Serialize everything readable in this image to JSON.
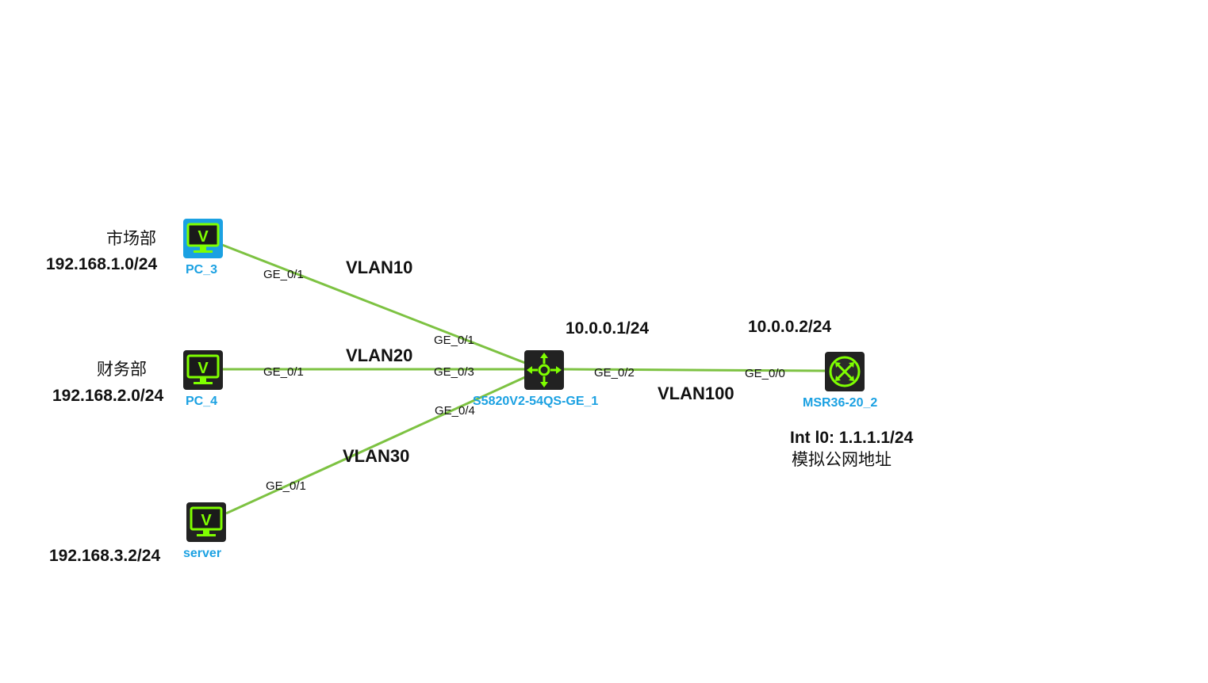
{
  "colors": {
    "link": "#7dc242",
    "accent_green": "#7fff00",
    "device_dark": "#222222",
    "device_selected": "#1ba1e2",
    "label_blue": "#1ba1e2"
  },
  "devices": {
    "pc3": {
      "name": "PC_3",
      "icon": "monitor-icon",
      "selected": true
    },
    "pc4": {
      "name": "PC_4",
      "icon": "monitor-icon"
    },
    "server": {
      "name": "server",
      "icon": "monitor-icon"
    },
    "switch": {
      "name": "S5820V2-54QS-GE_1",
      "icon": "l3-switch-icon"
    },
    "router": {
      "name": "MSR36-20_2",
      "icon": "router-icon"
    }
  },
  "annotations": {
    "dept_market": "市场部",
    "net_market": "192.168.1.0/24",
    "dept_finance": "财务部",
    "net_finance": "192.168.2.0/24",
    "net_server": "192.168.3.2/24",
    "sw_ip": "10.0.0.1/24",
    "rt_ip": "10.0.0.2/24",
    "loopback": "Int l0: 1.1.1.1/24",
    "public_note": "模拟公网地址"
  },
  "links": [
    {
      "id": "pc3-sw",
      "vlan": "VLAN10",
      "port_a": "GE_0/1",
      "port_b": "GE_0/1"
    },
    {
      "id": "pc4-sw",
      "vlan": "VLAN20",
      "port_a": "GE_0/1",
      "port_b": "GE_0/3"
    },
    {
      "id": "server-sw",
      "vlan": "VLAN30",
      "port_a": "GE_0/1",
      "port_b": "GE_0/4"
    },
    {
      "id": "sw-rt",
      "vlan": "VLAN100",
      "port_a": "GE_0/2",
      "port_b": "GE_0/0"
    }
  ]
}
